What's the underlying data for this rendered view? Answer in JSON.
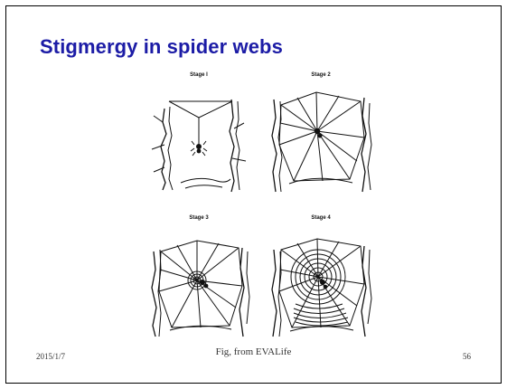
{
  "slide": {
    "title": "Stigmergy in spider webs",
    "figure": {
      "stages": [
        {
          "label": "Stage I"
        },
        {
          "label": "Stage 2"
        },
        {
          "label": "Stage 3"
        },
        {
          "label": "Stage 4"
        }
      ]
    },
    "footer": {
      "date": "2015/1/7",
      "caption": "Fig, from EVALife",
      "page_number": "56"
    }
  },
  "colors": {
    "title": "#1c1ca6",
    "ink": "#111111"
  }
}
